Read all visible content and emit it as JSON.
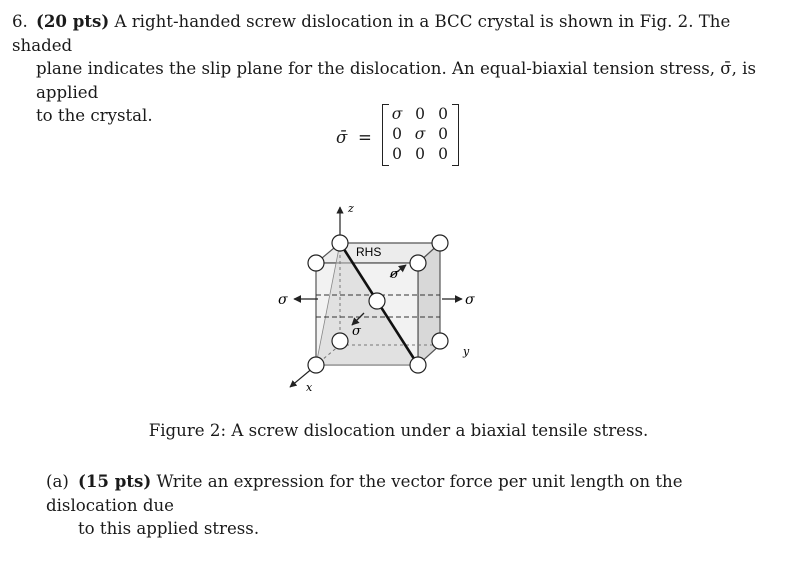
{
  "problem": {
    "number": "6.",
    "points": "(20 pts)",
    "line1": "A right-handed screw dislocation in a BCC crystal is shown in Fig. 2. The shaded",
    "line2": "plane indicates the slip plane for the dislocation. An equal-biaxial tension stress, σ̄, is applied",
    "line3": "to the crystal."
  },
  "matrix": {
    "symbol": "σ̄",
    "equals": "=",
    "cells": [
      "σ",
      "0",
      "0",
      "0",
      "σ",
      "0",
      "0",
      "0",
      "0"
    ]
  },
  "figure": {
    "z_label": "z",
    "x_label": "x",
    "y_label": "y",
    "rhs_label": "RHS",
    "sigma_label": "σ"
  },
  "caption": "Figure 2: A screw dislocation under a biaxial tensile stress.",
  "subq": {
    "label": "(a)",
    "points": "(15 pts)",
    "line1": "Write an expression for the vector force per unit length on the dislocation due",
    "line2": "to this applied stress."
  }
}
